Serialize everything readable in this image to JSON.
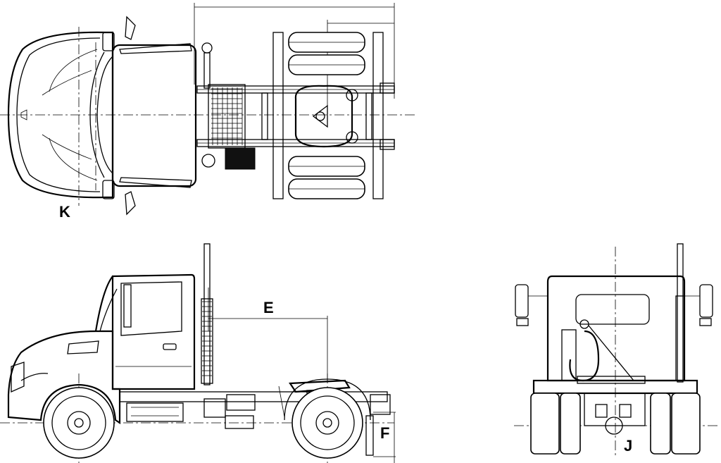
{
  "diagram": {
    "views": [
      "top-view",
      "side-view",
      "rear-view"
    ],
    "dimension_labels": {
      "K": "K",
      "E": "E",
      "F": "F",
      "J": "J"
    }
  }
}
